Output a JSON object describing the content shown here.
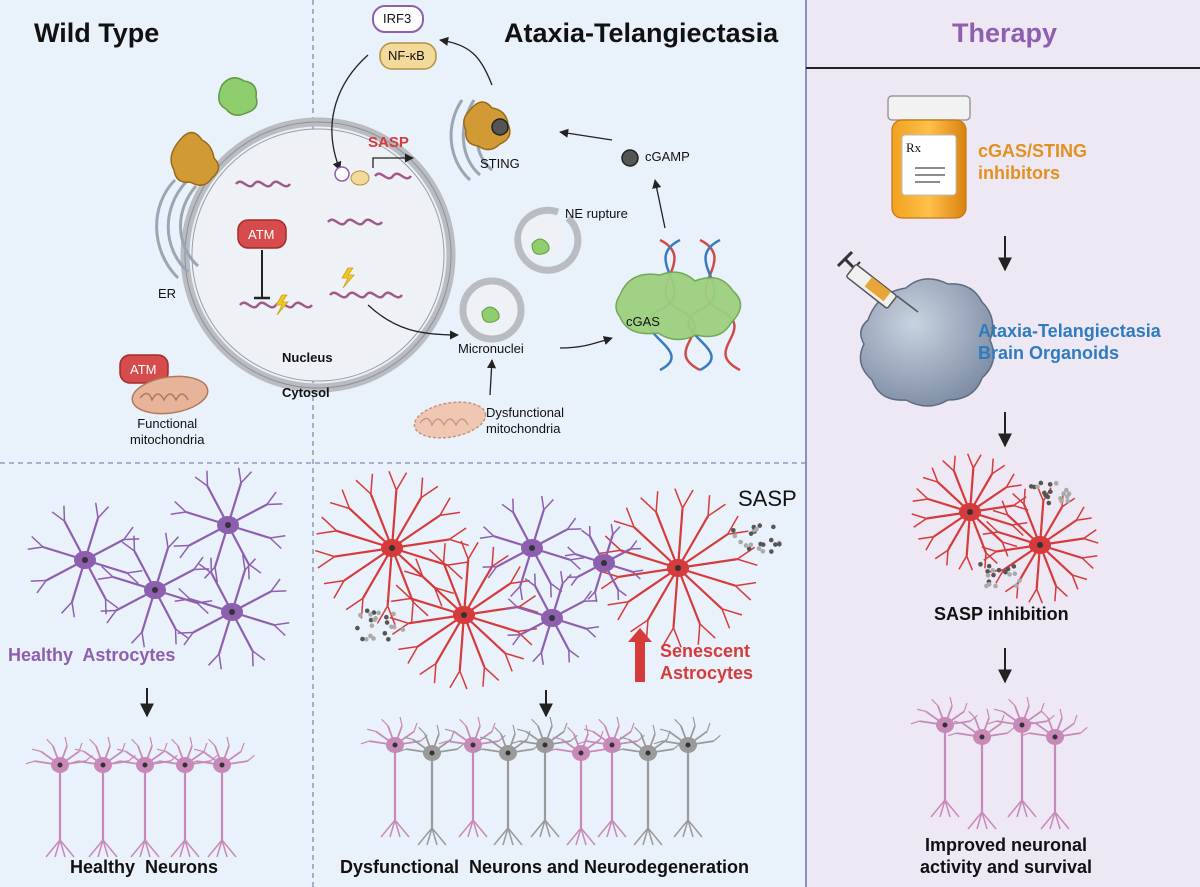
{
  "panels": {
    "wild_type": {
      "title": "Wild Type",
      "labels": {
        "atm_nucleus": "ATM",
        "er": "ER",
        "nucleus": "Nucleus",
        "cytosol": "Cytosol",
        "atm_mito": "ATM",
        "functional_mito": "Functional\nmitochondria"
      },
      "astrocytes_label": "Healthy  Astrocytes",
      "neurons_label": "Healthy  Neurons"
    },
    "at": {
      "title": "Ataxia-Telangiectasia",
      "labels": {
        "irf3": "IRF3",
        "nfkb": "NF-κB",
        "sasp_red": "SASP",
        "sting": "STING",
        "cgamp": "cGAMP",
        "ne_rupture": "NE rupture",
        "micronuclei": "Micronuclei",
        "cgas": "cGAS",
        "dysfunctional_mito": "Dysfunctional\nmitochondria"
      },
      "sasp_label": "SASP",
      "senescent_label": "Senescent\nAstrocytes",
      "neurons_label": "Dysfunctional  Neurons and Neurodegeneration"
    },
    "therapy": {
      "title": "Therapy",
      "drug_label": "cGAS/STING\ninhibitors",
      "rx": "Rx",
      "organoid_label": "Ataxia-Telangiectasia\nBrain Organoids",
      "sasp_inhibition": "SASP inhibition",
      "outcome": "Improved neuronal\nactivity and survival"
    }
  },
  "colors": {
    "panel_bg": "#e9f1fa",
    "purple": "#8e5fae",
    "red": "#d63a3a",
    "pink": "#c889b9",
    "orange": "#e2901e",
    "blue": "#2f7bbf",
    "green": "#8fce6c"
  }
}
